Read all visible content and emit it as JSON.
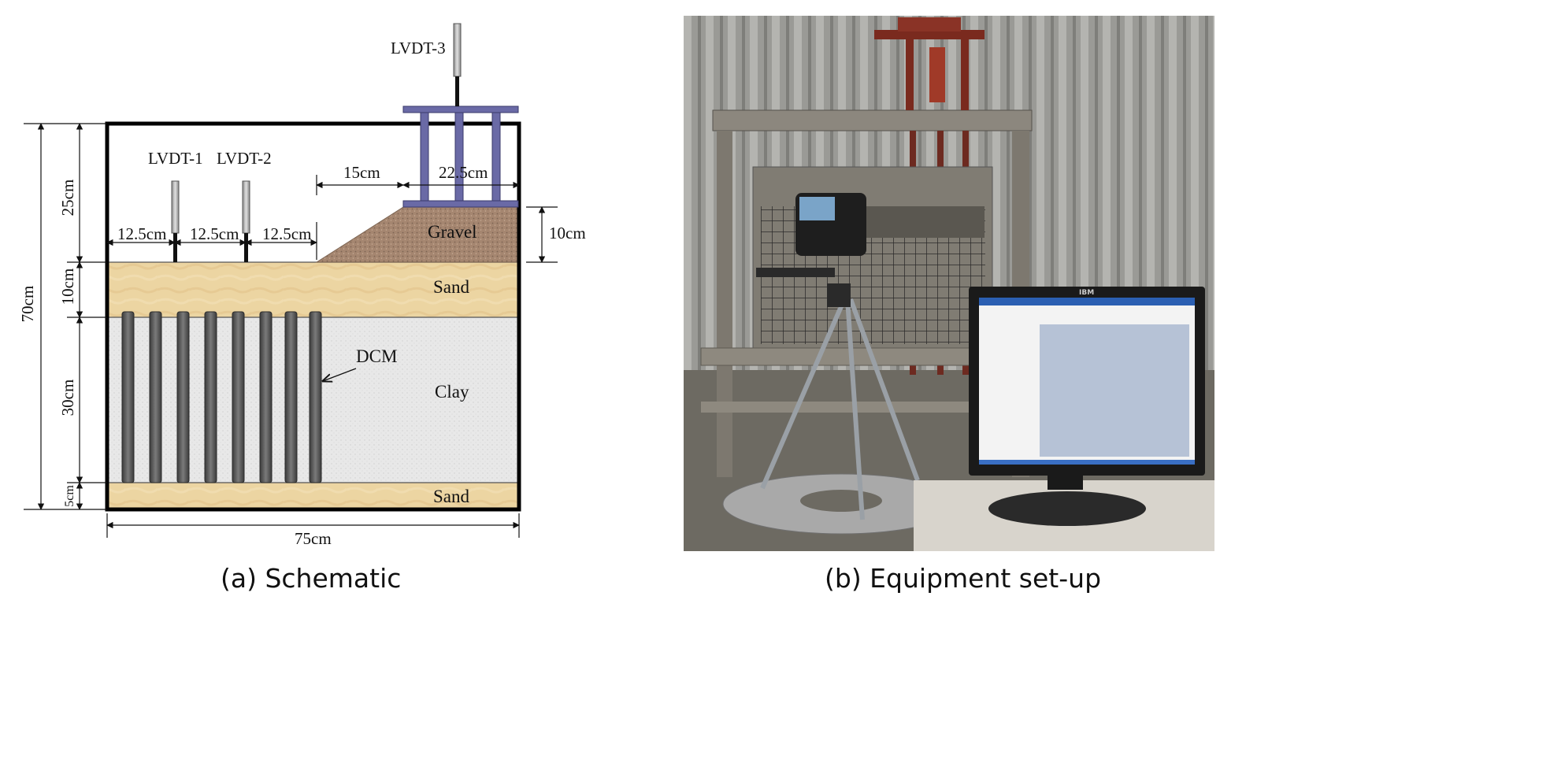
{
  "panel_a": {
    "caption": "(a) Schematic",
    "sensors": [
      "LVDT-1",
      "LVDT-2",
      "LVDT-3"
    ],
    "layers": {
      "gravel": "Gravel",
      "sand_top": "Sand",
      "clay": "Clay",
      "sand_bottom": "Sand"
    },
    "dcm_label": "DCM",
    "dims": {
      "total_height": "70cm",
      "h25": "25cm",
      "h10": "10cm",
      "h30": "30cm",
      "h5": "5cm",
      "width": "75cm",
      "spacing1": "12.5cm",
      "spacing2": "12.5cm",
      "spacing3": "12.5cm",
      "slope": "15cm",
      "load_width": "22.5cm",
      "gravel_height": "10cm"
    }
  },
  "panel_b": {
    "caption": "(b) Equipment set-up",
    "monitor_brand": "IBM"
  },
  "colors": {
    "sand": "#ecd5a2",
    "clay": "#e6e6e6",
    "gravel": "#a0826d",
    "dcm": "#5a5a5a",
    "frame": "#6464a0"
  }
}
